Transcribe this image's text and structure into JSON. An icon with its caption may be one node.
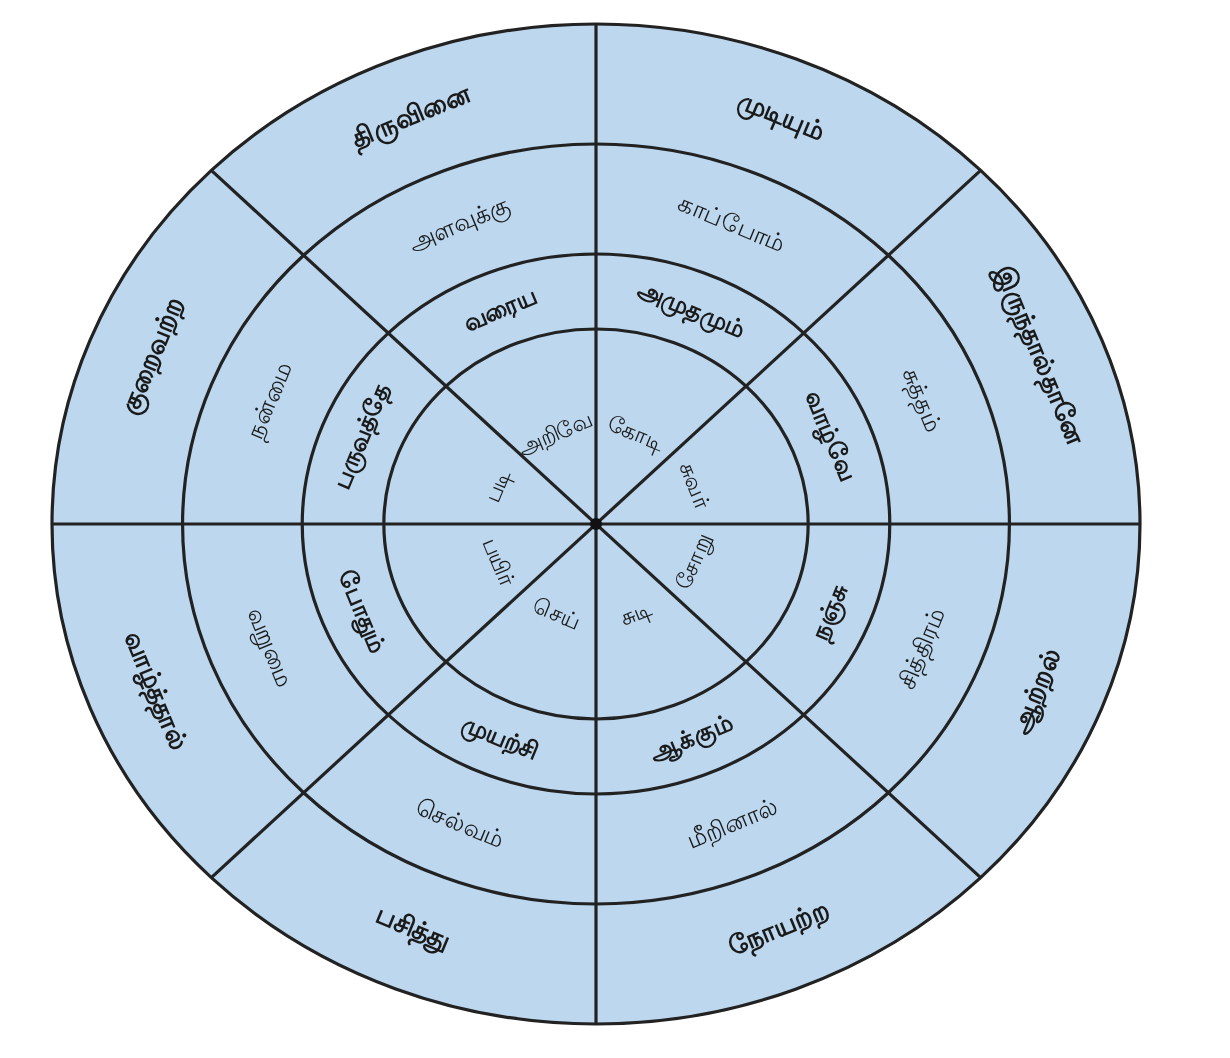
{
  "diagram": {
    "nodes": [
      {
        "text": [
          "கோடி"
        ]
      },
      {
        "text": [
          "அமுதமும்"
        ]
      },
      {
        "text": [
          "காப்போம்"
        ]
      },
      {
        "text": [
          "முடியும்"
        ]
      },
      {
        "text": [
          "சுவர்"
        ]
      },
      {
        "text": [
          "வாழ்வே"
        ]
      },
      {
        "text": [
          "சுத்தம்"
        ]
      },
      {
        "text": [
          "இருந்தால்தானே"
        ]
      },
      {
        "text": [
          "சோறு"
        ]
      },
      {
        "text": [
          "நஞ்சு"
        ]
      },
      {
        "text": [
          "சித்திரம்"
        ]
      },
      {
        "text": [
          "ஆற்றல்"
        ]
      },
      {
        "text": [
          "சுடி"
        ]
      },
      {
        "text": [
          "ஆக்கும்"
        ]
      },
      {
        "text": [
          "மீறினால்"
        ]
      },
      {
        "text": [
          "நோயற்ற"
        ]
      },
      {
        "text": [
          "செய்"
        ]
      },
      {
        "text": [
          "முயற்சி"
        ]
      },
      {
        "text": [
          "செல்வம்"
        ]
      },
      {
        "text": [
          "பசித்து"
        ]
      },
      {
        "text": [
          "பயிர்"
        ]
      },
      {
        "text": [
          "போதும்"
        ]
      },
      {
        "text": [
          "வறுமை"
        ]
      },
      {
        "text": [
          "வாழ்த்தால்"
        ]
      },
      {
        "text": [
          "படி"
        ]
      },
      {
        "text": [
          "பருவத்தே"
        ]
      },
      {
        "text": [
          "நன்மை"
        ]
      },
      {
        "text": [
          "குறைவற்ற"
        ]
      },
      {
        "text": [
          "அறிவே"
        ]
      },
      {
        "text": [
          "வரைய"
        ]
      },
      {
        "text": [
          "அளவுக்கு"
        ]
      },
      {
        "text": [
          "திருவினை"
        ]
      }
    ]
  }
}
